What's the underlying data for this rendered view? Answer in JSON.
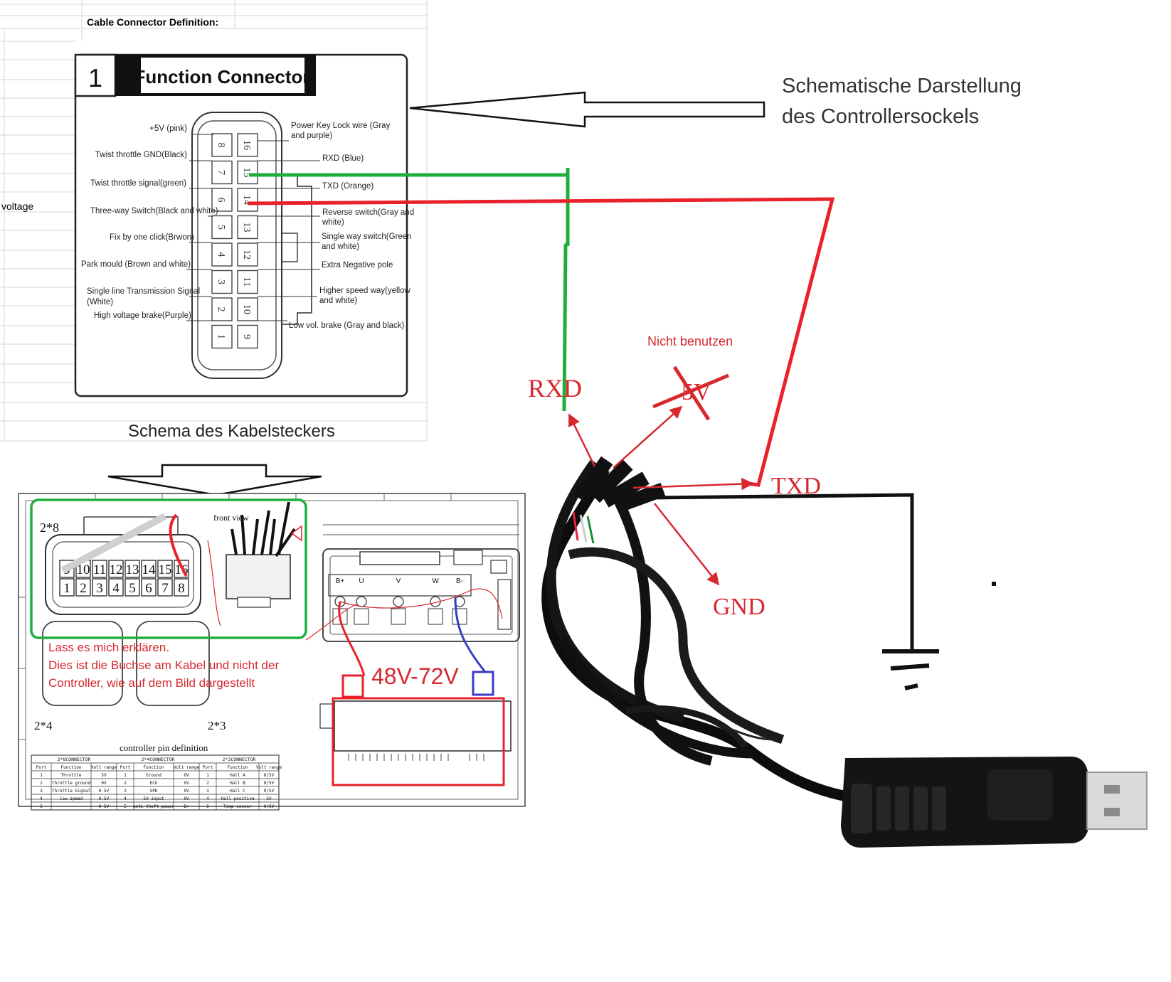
{
  "sheet": {
    "title": "Cable Connector Definition:",
    "side_label": "voltage"
  },
  "connector": {
    "number": "1",
    "title": "Function Connector",
    "left_labels": [
      "+5V (pink)",
      "Twist throttle GND(Black)",
      "Twist throttle signal(green)",
      "Three-way Switch(Black and white)",
      "Fix by one click(Brwon)",
      "Park mould (Brown and white)",
      "Single line Transmission Signal",
      "(White)",
      "High voltage brake(Purple)"
    ],
    "right_labels": [
      "Power Key Lock wire (Gray",
      "and purple)",
      "RXD (Blue)",
      "TXD (Orange)",
      "Reverse switch(Gray and",
      "white)",
      "Single way switch(Green",
      "and white)",
      "Extra Negative pole",
      "Higher speed way(yellow",
      "and white)",
      "Low vol. brake (Gray and black)"
    ],
    "pins_left": [
      "8",
      "7",
      "6",
      "5",
      "4",
      "3",
      "2",
      "1"
    ],
    "pins_right": [
      "16",
      "15",
      "14",
      "13",
      "12",
      "11",
      "10",
      "9"
    ]
  },
  "annotations": {
    "socket_schematic_line1": "Schematische Darstellung",
    "socket_schematic_line2": "des Controllersockels",
    "cable_plug_schema": "Schema des Kabelsteckers",
    "not_use": "Nicht benutzen",
    "explain_line1": "Lass es mich erklären.",
    "explain_line2": "Dies ist die Buchse am Kabel und nicht der",
    "explain_line3": "Controller, wie auf dem Bild dargestellt",
    "voltage": "48V-72V"
  },
  "usb_pins": {
    "rxd": "RXD",
    "v5": "5V",
    "txd": "TXD",
    "gnd": "GND"
  },
  "drawing": {
    "label_2x8": "2*8",
    "label_2x4": "2*4",
    "label_2x3": "2*3",
    "front_view": "front view",
    "plug_top_row": [
      "9",
      "10",
      "11",
      "12",
      "13",
      "14",
      "15",
      "16"
    ],
    "plug_bottom_row": [
      "1",
      "2",
      "3",
      "4",
      "5",
      "6",
      "7",
      "8"
    ],
    "terminals": [
      "B+",
      "U",
      "V",
      "W",
      "B-"
    ],
    "table_title": "controller pin definition",
    "table_groups": [
      "2*8CONNECTOR",
      "2*4CONNECTOR",
      "2*3CONNECTOR"
    ],
    "table_headers": [
      "Port",
      "Function",
      "Volt range",
      "Port",
      "Function",
      "Volt range",
      "Port",
      "Function",
      "Volt range"
    ],
    "table_rows": [
      [
        "1",
        "Throttle",
        "5V",
        "1",
        "Ground",
        "0V",
        "1",
        "Hall A",
        "0/5V"
      ],
      [
        "2",
        "Throttle ground",
        "0V",
        "2",
        "ECO",
        "0V",
        "2",
        "Hall B",
        "0/5V"
      ],
      [
        "3",
        "Throttle Signal",
        "0-5V",
        "3",
        "SPD",
        "0V",
        "3",
        "Hall C",
        "0/5V"
      ],
      [
        "4",
        "low speed",
        "0-5V",
        "4",
        "5V input",
        "0V",
        "4",
        "Hall positive",
        "5V"
      ],
      [
        "5",
        "",
        "0-5V",
        "5",
        "anti-theft power",
        "B+",
        "5",
        "Temp sensor",
        "0/5V"
      ]
    ]
  },
  "colors": {
    "green_wire": "#1fae3c",
    "red_wire": "#e8212b",
    "blue_wire": "#3a3cc4",
    "annotation_red": "#d6282e",
    "black": "#000000"
  }
}
